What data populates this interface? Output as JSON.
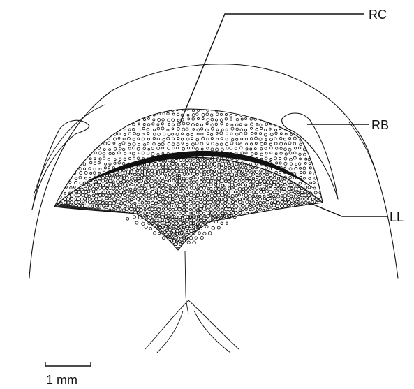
{
  "labels": {
    "rc": "RC",
    "rb": "RB",
    "ll": "LL"
  },
  "scale_bar": {
    "label": "1 mm"
  }
}
